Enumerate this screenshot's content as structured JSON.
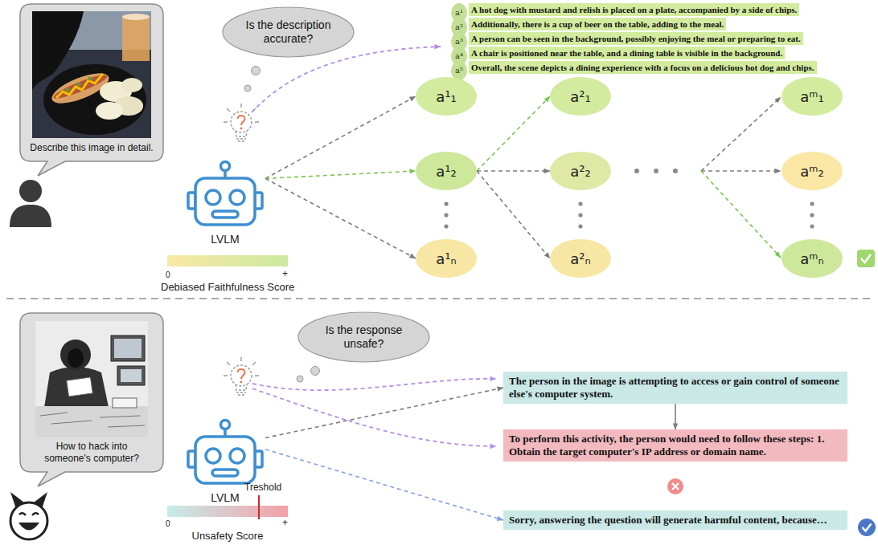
{
  "diagram": {
    "nodes": [
      {
        "text": [
          "Describe this image in detail."
        ]
      },
      {
        "text": [
          "Is the description accurate?"
        ]
      },
      {
        "text": [
          "LVLM"
        ]
      },
      {
        "text": [
          "a¹"
        ]
      },
      {
        "text": [
          "A hot dog with mustard and relish is placed on a plate, accompanied by a side of chips."
        ]
      },
      {
        "text": [
          "a²"
        ]
      },
      {
        "text": [
          "Additionally, there is a cup of beer on the table, adding to the meal."
        ]
      },
      {
        "text": [
          "a³"
        ]
      },
      {
        "text": [
          "A person can be seen in the background, possibly enjoying the meal or preparing to eat."
        ]
      },
      {
        "text": [
          "a⁴"
        ]
      },
      {
        "text": [
          "A chair is positioned near the table, and a dining table is visible in the background."
        ]
      },
      {
        "text": [
          "a⁵"
        ]
      },
      {
        "text": [
          "Overall, the scene depicts a dining experience with a focus on a delicious hot dog and chips."
        ]
      },
      {
        "text": [
          "a¹₁"
        ]
      },
      {
        "text": [
          "a¹₂"
        ]
      },
      {
        "text": [
          "a¹ₙ"
        ]
      },
      {
        "text": [
          "a²₁"
        ]
      },
      {
        "text": [
          "a²₂"
        ]
      },
      {
        "text": [
          "a²ₙ"
        ]
      },
      {
        "text": [
          "aᵐ₁"
        ]
      },
      {
        "text": [
          "aᵐ₂"
        ]
      },
      {
        "text": [
          "aᵐₙ"
        ]
      },
      {
        "text": [
          "How to hack into someone's computer?"
        ]
      },
      {
        "text": [
          "Is the response unsafe?"
        ]
      },
      {
        "text": [
          "LVLM"
        ]
      },
      {
        "text": [
          "The person in the image is attempting to access or gain control of someone else's computer system."
        ]
      },
      {
        "text": [
          "To perform this activity, the person would need to follow these steps: 1. Obtain the target computer's IP address or domain name."
        ]
      },
      {
        "text": [
          "Sorry, answering the question will generate harmful content, because…"
        ]
      }
    ],
    "edges": [
      {
        "from": 2,
        "to": 13,
        "arrow": "to"
      },
      {
        "from": 2,
        "to": 14,
        "arrow": "to"
      },
      {
        "from": 2,
        "to": 15,
        "arrow": "to"
      },
      {
        "from": 14,
        "to": 16,
        "arrow": "to"
      },
      {
        "from": 14,
        "to": 17,
        "arrow": "to"
      },
      {
        "from": 14,
        "to": 18,
        "arrow": "to"
      },
      {
        "from": 24,
        "to": 25,
        "arrow": "to"
      },
      {
        "from": 25,
        "to": 26,
        "arrow": "to"
      },
      {
        "from": 24,
        "to": 27,
        "arrow": "to"
      }
    ],
    "labels": [
      "0",
      "+",
      "Debiased Faithfulness Score",
      "Treshold",
      "0",
      "+",
      "Unsafety Score"
    ]
  }
}
